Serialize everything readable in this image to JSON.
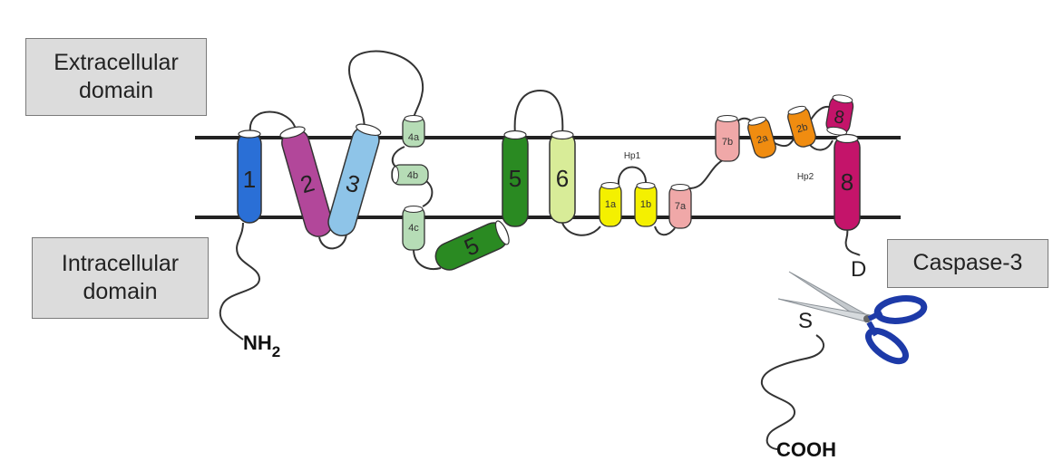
{
  "labels": {
    "extracellular_line1": "Extracellular",
    "extracellular_line2": "domain",
    "intracellular_line1": "Intracellular",
    "intracellular_line2": "domain",
    "caspase": "Caspase-3",
    "n_term": "NH",
    "n_term_sub": "2",
    "c_term": "COOH",
    "residue_d": "D",
    "residue_s": "S",
    "hp1": "Hp1",
    "hp2": "Hp2"
  },
  "helices": {
    "h1": "1",
    "h2": "2",
    "h3": "3",
    "h4a": "4a",
    "h4b": "4b",
    "h4c": "4c",
    "h5": "5",
    "h5i": "5",
    "h6": "6",
    "h1a": "1a",
    "h1b": "1b",
    "h7a": "7a",
    "h7b": "7b",
    "h2a": "2a",
    "h2b": "2b",
    "h8top": "8",
    "h8": "8"
  },
  "colors": {
    "h1": "#2a6fd6",
    "h2": "#b2479a",
    "h3": "#8ec4e8",
    "h4": "#b6dcb6",
    "h5": "#2a8a22",
    "h6": "#d8ec98",
    "hp1": "#f4f000",
    "h7": "#f0a8a8",
    "hp2": "#f08c10",
    "h8": "#c4146a",
    "membrane": "#222222",
    "box_fill": "#dcdcdc",
    "scissor_handle": "#1d3aa8",
    "scissor_blade": "#bfc4c8"
  }
}
